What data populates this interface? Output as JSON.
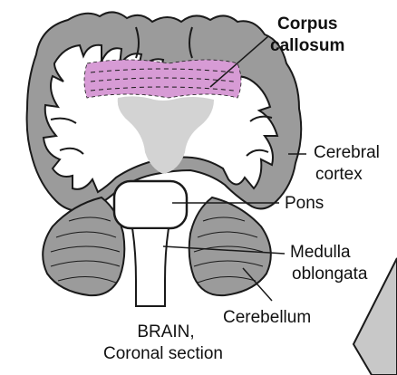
{
  "labels": {
    "corpus_callosum_line1": "Corpus",
    "corpus_callosum_line2": "callosum",
    "cerebral_cortex_line1": "Cerebral",
    "cerebral_cortex_line2": "cortex",
    "pons": "Pons",
    "medulla_line1": "Medulla",
    "medulla_line2": "oblongata",
    "cerebellum": "Cerebellum",
    "caption_line1": "BRAIN,",
    "caption_line2": "Coronal section"
  },
  "colors": {
    "cortex_gray": "#9b9b9b",
    "white_matter": "#ffffff",
    "corpus_callosum_pink": "#d79bd5",
    "ventricle_gray": "#d3d3d3",
    "outline": "#1a1a1a",
    "wedge_gray": "#c8c8c8"
  }
}
